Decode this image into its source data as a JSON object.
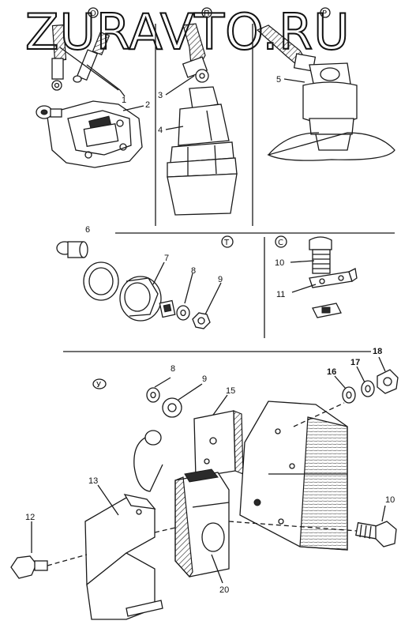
{
  "watermark": "ZURAVTO.RU",
  "panel_letters": {
    "o": "О",
    "p1": "П",
    "r": "Р",
    "t": "Т",
    "s": "С",
    "u": "У"
  },
  "callouts": {
    "n1": "1",
    "n2": "2",
    "n3": "3",
    "n4": "4",
    "n5": "5",
    "n6": "6",
    "n7": "7",
    "n8a": "8",
    "n9a": "9",
    "n10a": "10",
    "n11": "11",
    "n8b": "8",
    "n9b": "9",
    "n15": "15",
    "n16": "16",
    "n17": "17",
    "n18": "18",
    "n13": "13",
    "n12": "12",
    "n20": "20",
    "n10b": "10"
  }
}
